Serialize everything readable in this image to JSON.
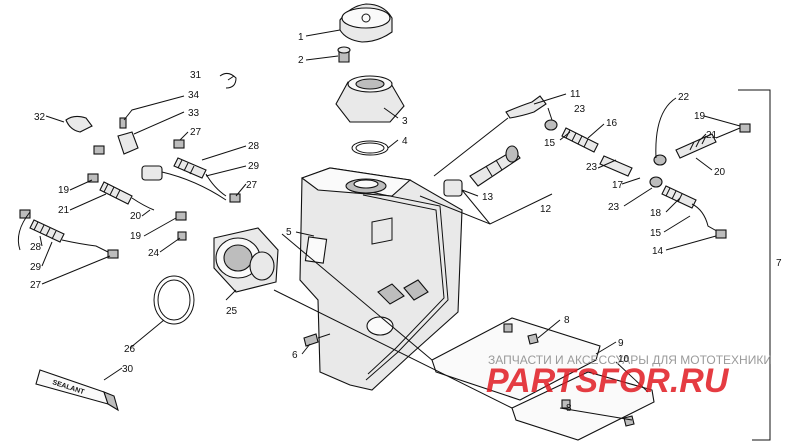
{
  "callouts": [
    "1",
    "2",
    "3",
    "4",
    "5",
    "6",
    "7",
    "8",
    "8",
    "9",
    "10",
    "11",
    "12",
    "13",
    "14",
    "15",
    "15",
    "16",
    "17",
    "18",
    "19",
    "19",
    "19",
    "20",
    "20",
    "21",
    "21",
    "22",
    "23",
    "23",
    "23",
    "24",
    "25",
    "26",
    "27",
    "27",
    "27",
    "28",
    "28",
    "29",
    "29",
    "30",
    "31",
    "32",
    "33",
    "34"
  ],
  "watermark": {
    "caption": "ЗАПЧАСТИ И АКСЕССУАРЫ ДЛЯ МОТОТЕХНИКИ",
    "brand": "PARTSFOR.RU"
  },
  "sealant_tube_text": "SEALANT"
}
